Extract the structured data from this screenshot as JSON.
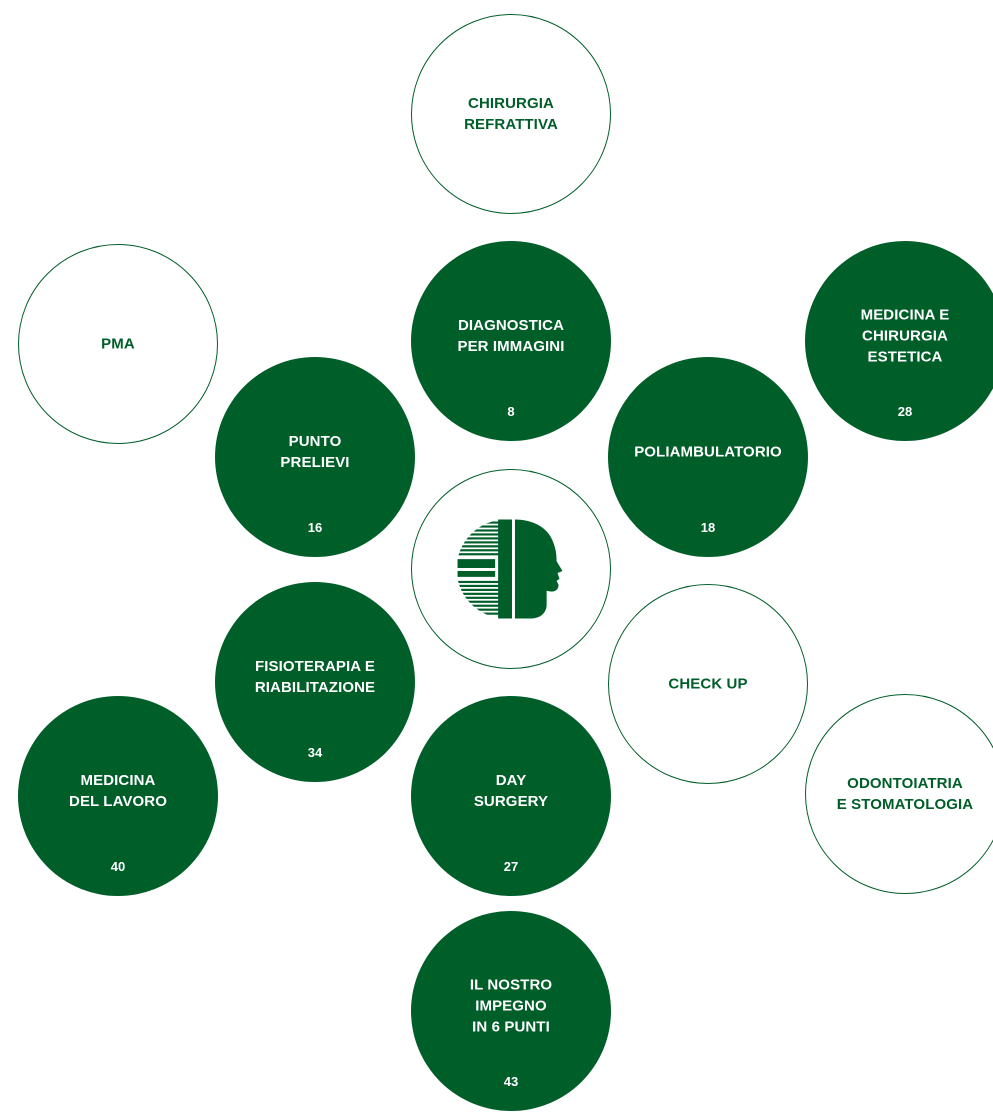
{
  "brand_color": "#005e29",
  "circles": [
    {
      "label": "CHIRURGIA\nREFRATTIVA",
      "page": ""
    },
    {
      "label": "PMA",
      "page": ""
    },
    {
      "label": "DIAGNOSTICA\nPER IMMAGINI",
      "page": "8"
    },
    {
      "label": "MEDICINA E\nCHIRURGIA\nESTETICA",
      "page": "28"
    },
    {
      "label": "PUNTO\nPRELIEVI",
      "page": "16"
    },
    {
      "label": "POLIAMBULATORIO",
      "page": "18"
    },
    {
      "label": "CHECK UP",
      "page": ""
    },
    {
      "label": "FISIOTERAPIA E\nRIABILITAZIONE",
      "page": "34"
    },
    {
      "label": "MEDICINA\nDEL LAVORO",
      "page": "40"
    },
    {
      "label": "DAY\nSURGERY",
      "page": "27"
    },
    {
      "label": "ODONTOIATRIA\nE STOMATOLOGIA",
      "page": ""
    },
    {
      "label": "IL NOSTRO\nIMPEGNO\nIN 6 PUNTI",
      "page": "43"
    }
  ],
  "logo_icon": "profile-cross-logo"
}
